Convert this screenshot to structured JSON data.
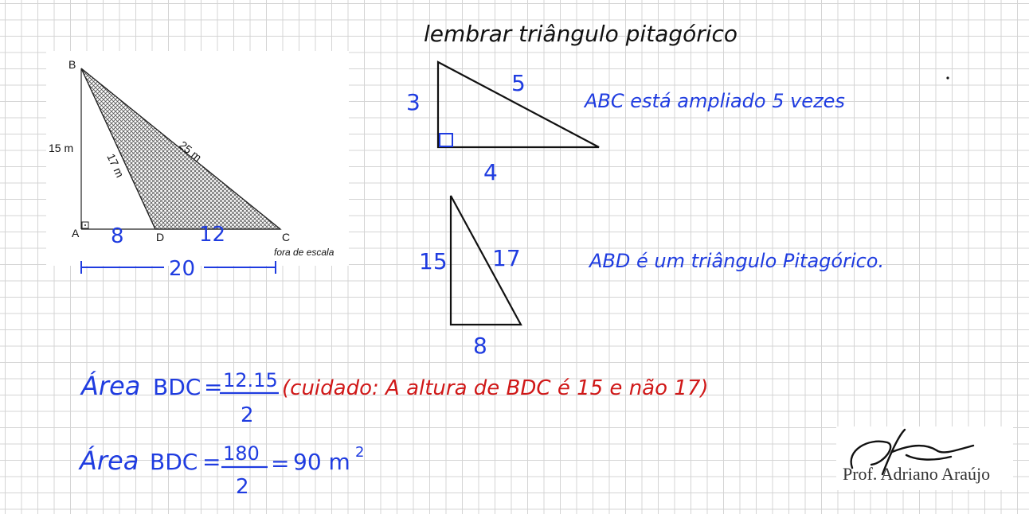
{
  "header": {
    "title": "lembrar triângulo pitagórico"
  },
  "figure": {
    "vertices": {
      "A": "A",
      "B": "B",
      "C": "C",
      "D": "D"
    },
    "ab_label": "15 m",
    "bd_label": "17 m",
    "bc_label": "25 m",
    "ad_note": "8",
    "dc_note": "12",
    "ac_note": "20",
    "scale_note": "fora de escala"
  },
  "triangle_345": {
    "left": "3",
    "hyp": "5",
    "bottom": "4",
    "note": "ABC está ampliado 5 vezes"
  },
  "triangle_81517": {
    "left": "15",
    "hyp": "17",
    "bottom": "8",
    "note": "ABD é um triângulo Pitagórico."
  },
  "area1": {
    "label": "Área",
    "name": "BDC",
    "eq": "=",
    "numerator": "12.15",
    "denominator": "2",
    "remark": "(cuidado: A altura de BDC é 15 e não 17)"
  },
  "area2": {
    "label": "Área",
    "name": "BDC",
    "eq": "=",
    "numerator": "180",
    "denominator": "2",
    "eq2": "=",
    "result": "90 m",
    "exp": "2"
  },
  "signature": {
    "name": "Prof. Adriano Araújo"
  },
  "colors": {
    "ink_blue": "#1f3ce0",
    "ink_red": "#d01818",
    "ink_black": "#111111",
    "grid": "#d4d4d4"
  }
}
